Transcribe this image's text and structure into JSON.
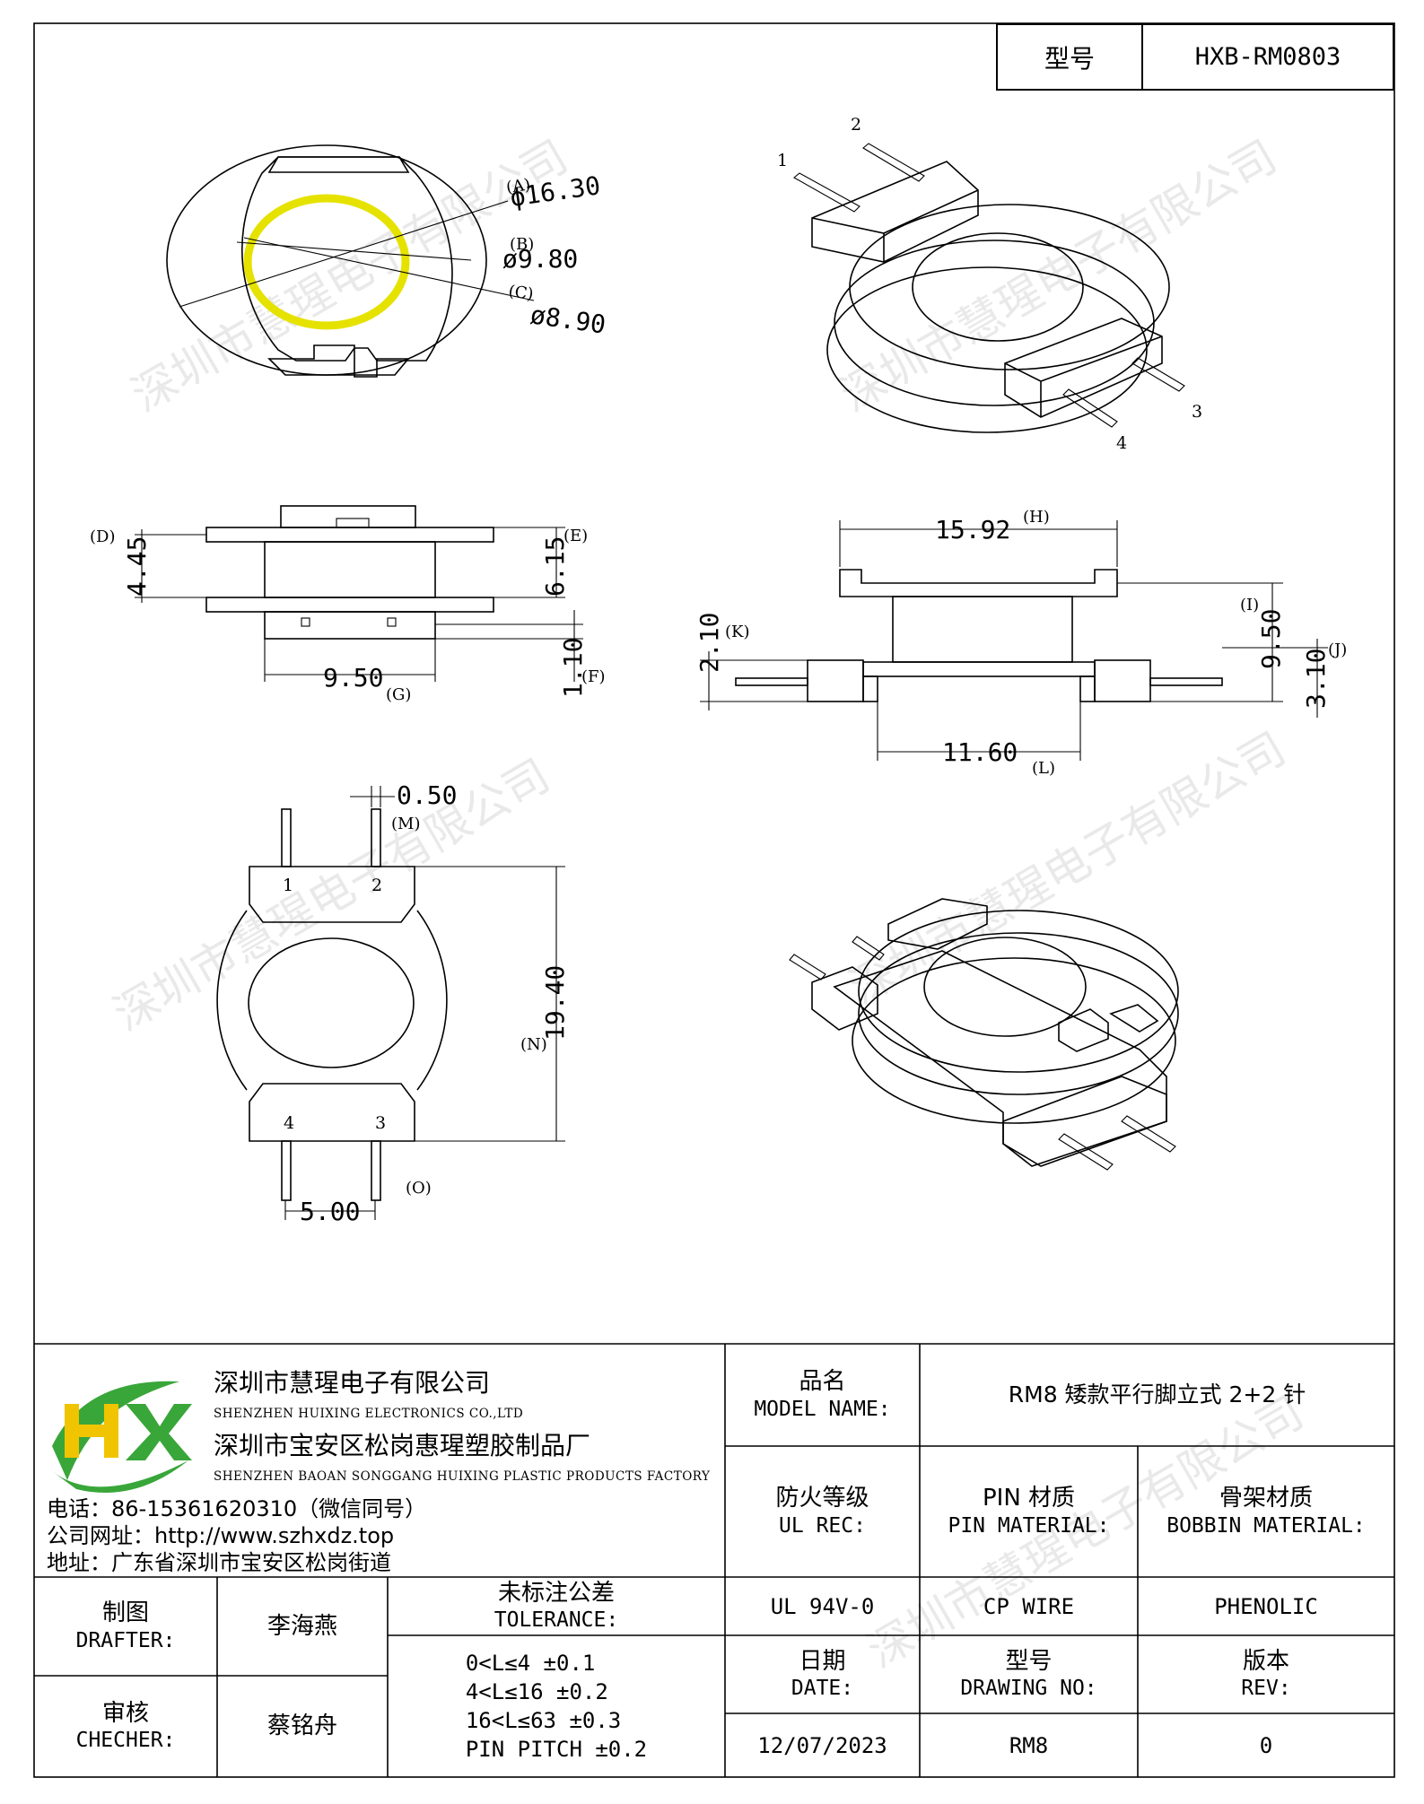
{
  "header": {
    "model_label": "型号",
    "model_value": "HXB-RM0803"
  },
  "watermark": "深圳市慧瑆电子有限公司",
  "top_view": {
    "dims": [
      "ϕ16.30",
      "ø9.80",
      "ø8.90"
    ],
    "letters": [
      "(A)",
      "(B)",
      "(C)"
    ]
  },
  "side_view": {
    "dims": [
      "4.45",
      "6.15",
      "9.50",
      "1.10"
    ],
    "letters": [
      "(D)",
      "(E)",
      "(G)",
      "(F)"
    ]
  },
  "front_view": {
    "dims": [
      "15.92",
      "9.50",
      "2.10",
      "3.10",
      "11.60"
    ],
    "letters": [
      "(H)",
      "(I)",
      "(K)",
      "(J)",
      "(L)"
    ]
  },
  "bottom_view": {
    "dims": [
      "0.50",
      "19.40",
      "5.00"
    ],
    "letters": [
      "(M)",
      "(N)",
      "(O)"
    ],
    "pins": [
      "1",
      "2",
      "3",
      "4"
    ]
  },
  "iso_top": {
    "pins": [
      "1",
      "2",
      "3",
      "4"
    ]
  },
  "company": {
    "logo_text": "HX",
    "name_cn": "深圳市慧瑆电子有限公司",
    "name_en": "SHENZHEN HUIXING ELECTRONICS CO.,LTD",
    "factory_cn": "深圳市宝安区松岗惠瑆塑胶制品厂",
    "factory_en": "SHENZHEN BAOAN SONGGANG HUIXING PLASTIC PRODUCTS FACTORY",
    "phone": "电话：86-15361620310（微信同号）",
    "website": "公司网址：http://www.szhxdz.top",
    "address": "地址：广东省深圳市宝安区松岗街道"
  },
  "title_block": {
    "model_name_cn": "品名",
    "model_name_en": "MODEL NAME:",
    "model_name_value": "RM8 矮款平行脚立式 2+2 针",
    "ul_cn": "防火等级",
    "ul_en": "UL REC:",
    "pin_mat_cn": "PIN 材质",
    "pin_mat_en": "PIN MATERIAL:",
    "bobbin_cn": "骨架材质",
    "bobbin_en": "BOBBIN MATERIAL:",
    "ul_value": "UL 94V-0",
    "pin_value": "CP WIRE",
    "bobbin_value": "PHENOLIC",
    "drafter_cn": "制图",
    "drafter_en": "DRAFTER:",
    "drafter_name": "李海燕",
    "checker_cn": "审核",
    "checker_en": "CHECHER:",
    "checker_name": "蔡铭舟",
    "tol_cn": "未标注公差",
    "tol_en": "TOLERANCE:",
    "tol_lines": [
      "0<L≤4  ±0.1",
      "4<L≤16 ±0.2",
      "16<L≤63 ±0.3",
      "PIN PITCH ±0.2"
    ],
    "date_cn": "日期",
    "date_en": "DATE:",
    "date_value": "12/07/2023",
    "drawing_cn": "型号",
    "drawing_en": "DRAWING NO:",
    "drawing_value": "RM8",
    "rev_cn": "版本",
    "rev_en": "REV:",
    "rev_value": "0"
  }
}
